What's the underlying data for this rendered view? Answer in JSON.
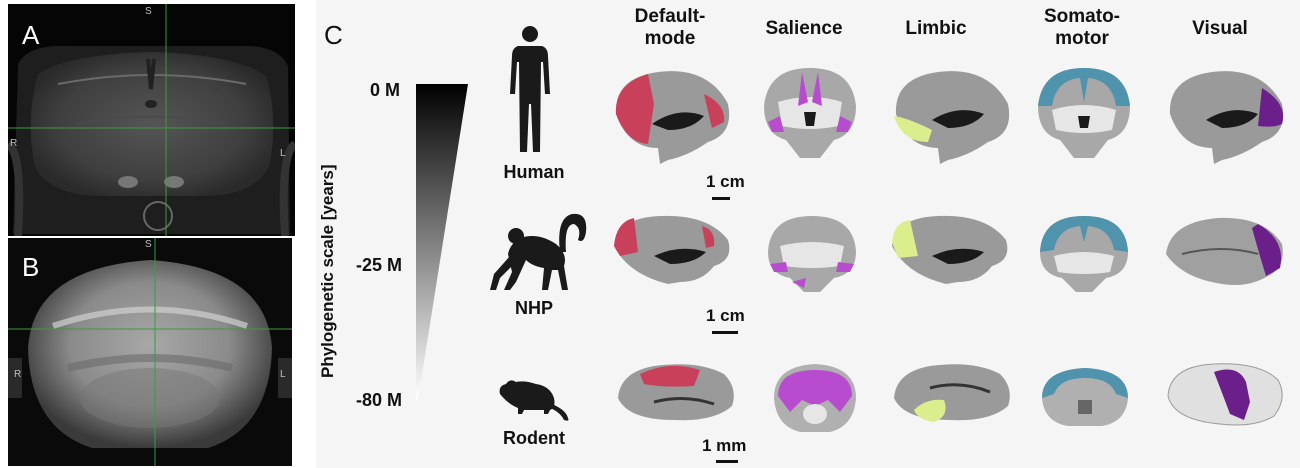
{
  "panels": {
    "a": {
      "letter": "A",
      "top": "S",
      "left": "R",
      "right": "L"
    },
    "b": {
      "letter": "B",
      "top": "S",
      "left": "R",
      "right": "L"
    },
    "c": {
      "letter": "C"
    }
  },
  "axis_label": "Phylogenetic scale [years]",
  "time_marks": [
    "0 M",
    "-25 M",
    "-80 M"
  ],
  "columns": [
    "Default-\nmode",
    "Salience",
    "Limbic",
    "Somato-\nmotor",
    "Visual"
  ],
  "species": [
    "Human",
    "NHP",
    "Rodent"
  ],
  "scale_bars": [
    "1 cm",
    "1 cm",
    "1 mm"
  ],
  "network_colors": {
    "default_mode": "#c8405a",
    "salience": "#b84ccf",
    "limbic": "#dbee8e",
    "somatomotor": "#4f93ad",
    "visual": "#6a1f8a"
  }
}
